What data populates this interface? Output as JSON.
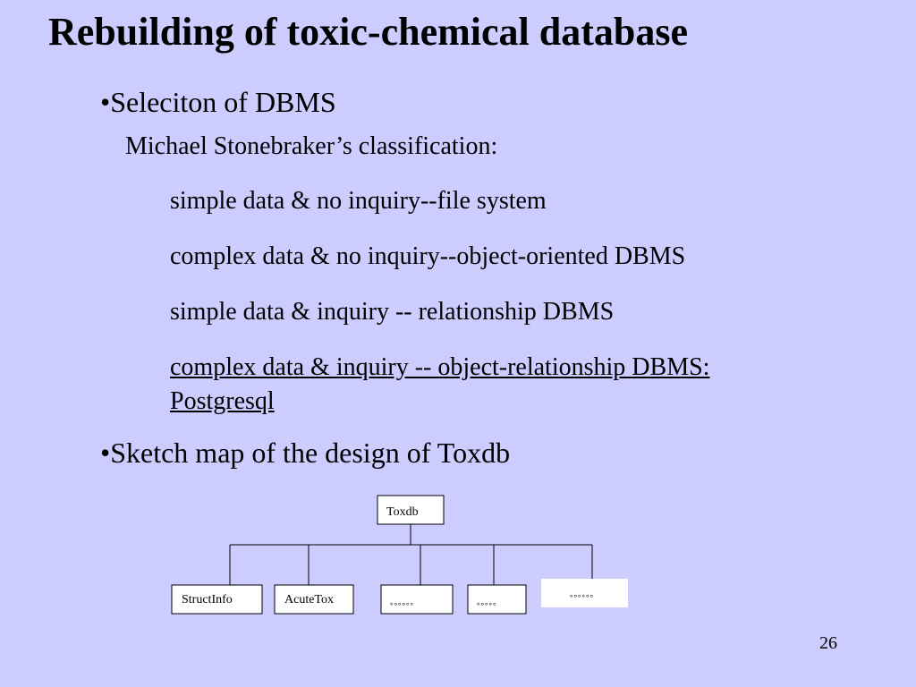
{
  "slide": {
    "title": "Rebuilding of toxic-chemical database",
    "bullet1": "•Seleciton of DBMS",
    "sub": "Michael Stonebraker’s classification:",
    "items": [
      "simple data & no inquiry--file system",
      "complex data & no inquiry--object-oriented DBMS",
      "simple data & inquiry -- relationship DBMS",
      "complex data & inquiry -- object-relationship DBMS:",
      "Postgresql"
    ],
    "bullet2": "•Sketch map of the design of Toxdb",
    "page_number": "26"
  },
  "diagram": {
    "root": "Toxdb",
    "children": [
      "StructInfo",
      "AcuteTox",
      "。。。。。。",
      "。。。。。",
      "。。。。。。"
    ]
  },
  "colors": {
    "background": "#ccccff",
    "box_fill": "#ffffff",
    "line": "#000000"
  }
}
